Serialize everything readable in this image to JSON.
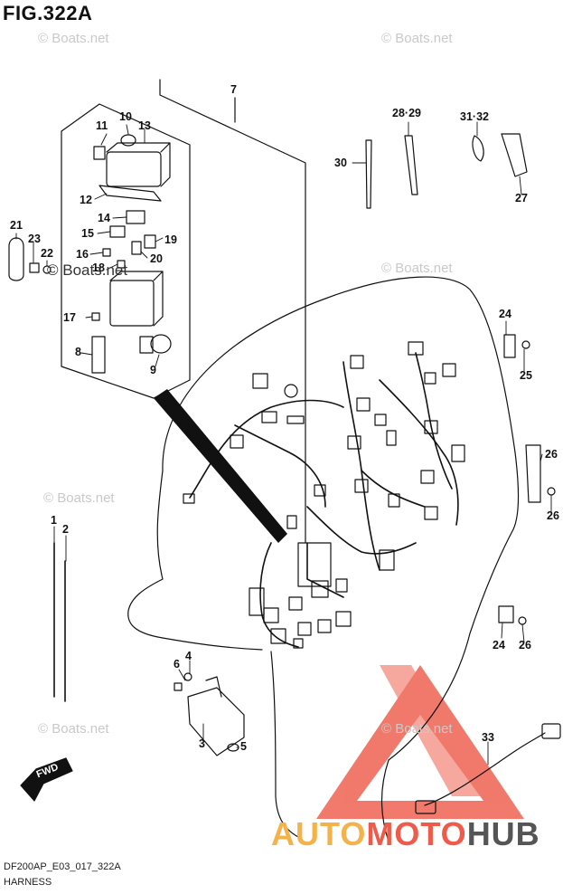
{
  "figure": {
    "title": "FIG.322A",
    "model_code": "DF200AP_E03_017_322A",
    "section": "HARNESS"
  },
  "watermarks": [
    {
      "id": "wm1",
      "text": "© Boats.net"
    },
    {
      "id": "wm2",
      "text": "© Boats.net"
    },
    {
      "id": "wm3",
      "text": "© Boats.net"
    },
    {
      "id": "wm4",
      "text": "© Boats.net"
    },
    {
      "id": "wm5",
      "text": "© Boats.net"
    },
    {
      "id": "wm6",
      "text": "© Boats.net"
    },
    {
      "id": "wm7",
      "text": "© Boats.net"
    }
  ],
  "fwd_label": "FWD",
  "logo": {
    "part1": "AUTO",
    "part2": "MOTO",
    "part3": "HUB"
  },
  "callouts": [
    {
      "id": "c1",
      "text": "1"
    },
    {
      "id": "c2",
      "text": "2"
    },
    {
      "id": "c3",
      "text": "3"
    },
    {
      "id": "c4",
      "text": "4"
    },
    {
      "id": "c5",
      "text": "5"
    },
    {
      "id": "c6",
      "text": "6"
    },
    {
      "id": "c7",
      "text": "7"
    },
    {
      "id": "c8",
      "text": "8"
    },
    {
      "id": "c9",
      "text": "9"
    },
    {
      "id": "c10",
      "text": "10"
    },
    {
      "id": "c11",
      "text": "11"
    },
    {
      "id": "c12",
      "text": "12"
    },
    {
      "id": "c13",
      "text": "13"
    },
    {
      "id": "c14",
      "text": "14"
    },
    {
      "id": "c15",
      "text": "15"
    },
    {
      "id": "c16",
      "text": "16"
    },
    {
      "id": "c17",
      "text": "17"
    },
    {
      "id": "c18",
      "text": "18"
    },
    {
      "id": "c19",
      "text": "19"
    },
    {
      "id": "c20",
      "text": "20"
    },
    {
      "id": "c21",
      "text": "21"
    },
    {
      "id": "c22",
      "text": "22"
    },
    {
      "id": "c23",
      "text": "23"
    },
    {
      "id": "c24a",
      "text": "24"
    },
    {
      "id": "c24b",
      "text": "24"
    },
    {
      "id": "c25",
      "text": "25"
    },
    {
      "id": "c26a",
      "text": "26"
    },
    {
      "id": "c26b",
      "text": "26"
    },
    {
      "id": "c26c",
      "text": "26"
    },
    {
      "id": "c27",
      "text": "27"
    },
    {
      "id": "c2829",
      "text": "28·29"
    },
    {
      "id": "c30",
      "text": "30"
    },
    {
      "id": "c3132",
      "text": "31·32"
    },
    {
      "id": "c33",
      "text": "33"
    }
  ]
}
